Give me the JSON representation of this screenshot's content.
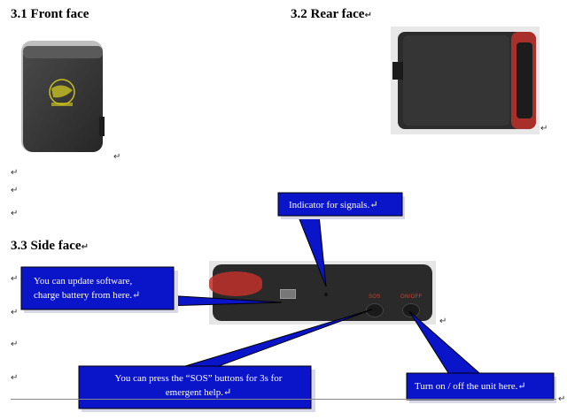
{
  "headings": {
    "front": "3.1 Front face",
    "rear": "3.2 Rear face",
    "side": "3.3 Side face"
  },
  "para_mark": "↵",
  "callouts": {
    "indicator": "Indicator for signals.↵",
    "update_line1": "You   can   update   software,",
    "update_line2": "charge battery from here.↵",
    "sos_line1": "You can press the “SOS” buttons for 3s for",
    "sos_line2": "emergent help.↵",
    "power": "Turn on / off the unit here.↵"
  },
  "device": {
    "sos_label": "SOS",
    "onoff_label": "ON/OFF"
  },
  "colors": {
    "bubble_fill": "#0a14c8",
    "bubble_stroke": "#000000",
    "device_body": "#2a2a2a",
    "device_accent": "#c0302a"
  }
}
